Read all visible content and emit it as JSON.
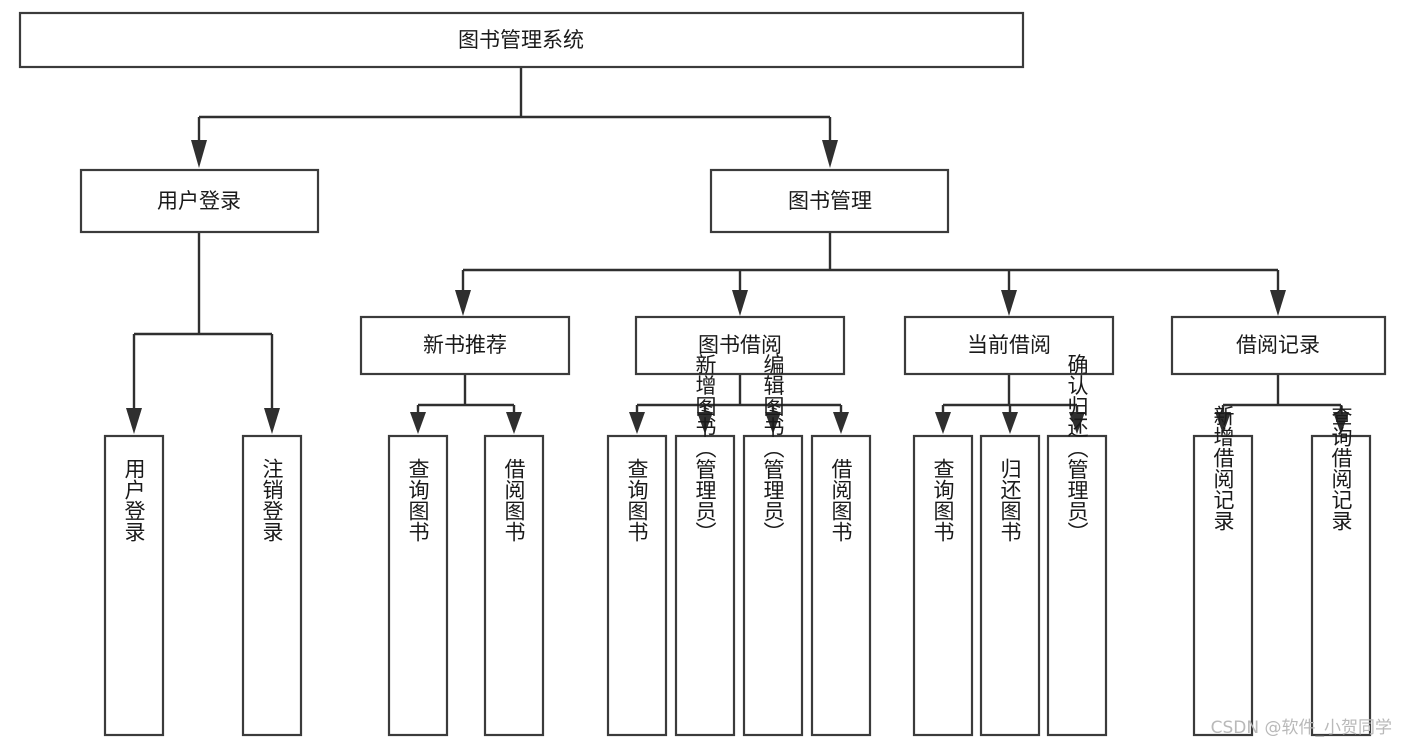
{
  "diagram": {
    "type": "tree-hierarchy-chart",
    "title": "图书管理系统",
    "orientation": "top-down",
    "colors": {
      "box_stroke": "#3b3b3b",
      "box_fill": "#ffffff",
      "connector": "#2f2f2f",
      "text": "#1a1a1a",
      "background": "#ffffff",
      "watermark": "#b9b9b9"
    },
    "levels": {
      "root": "图书管理系统",
      "level2_count": 2,
      "level3_count": 4,
      "level4_count": 13
    }
  },
  "root": {
    "label": "图书管理系统"
  },
  "level2": [
    {
      "id": "user-login",
      "label": "用户登录"
    },
    {
      "id": "book-management",
      "label": "图书管理"
    }
  ],
  "level3": [
    {
      "id": "new-book-recommend",
      "label": "新书推荐",
      "parent": "book-management"
    },
    {
      "id": "book-borrow",
      "label": "图书借阅",
      "parent": "book-management"
    },
    {
      "id": "current-borrow",
      "label": "当前借阅",
      "parent": "book-management"
    },
    {
      "id": "borrow-record",
      "label": "借阅记录",
      "parent": "book-management"
    }
  ],
  "leaves": {
    "user_login": [
      {
        "id": "leaf-user-login",
        "label": "用户登录"
      },
      {
        "id": "leaf-user-logout",
        "label": "注销登录"
      }
    ],
    "new_book_recommend": [
      {
        "id": "leaf-query-book-1",
        "label": "查询图书"
      },
      {
        "id": "leaf-borrow-book-1",
        "label": "借阅图书"
      }
    ],
    "book_borrow": [
      {
        "id": "leaf-query-book-2",
        "label": "查询图书"
      },
      {
        "id": "leaf-add-book",
        "label": "新增图书（管理员）"
      },
      {
        "id": "leaf-edit-book",
        "label": "编辑图书（管理员）"
      },
      {
        "id": "leaf-borrow-book-2",
        "label": "借阅图书"
      }
    ],
    "current_borrow": [
      {
        "id": "leaf-query-book-3",
        "label": "查询图书"
      },
      {
        "id": "leaf-return-book",
        "label": "归还图书"
      },
      {
        "id": "leaf-confirm-return",
        "label": "确认归还（管理员）"
      }
    ],
    "borrow_record": [
      {
        "id": "leaf-add-record",
        "label": "新增借阅记录"
      },
      {
        "id": "leaf-query-record",
        "label": "查询借阅记录"
      }
    ]
  },
  "watermark": {
    "text": "CSDN @软件_小贺同学"
  }
}
